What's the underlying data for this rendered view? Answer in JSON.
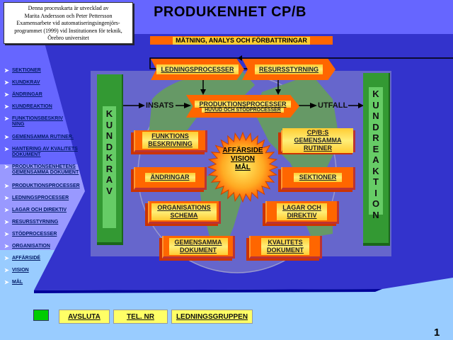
{
  "title": "PRODUKENHET CP/B",
  "credit": {
    "lines": [
      "Denna processkarta är utvecklad av",
      "Marita Andersson och Peter Pettersson",
      "Examensarbete vid automatiseringsingenjörs-",
      "programmet (1999) vid Institutionen för teknik,",
      "Örebro universitet"
    ]
  },
  "sidebar": {
    "items": [
      {
        "label": "SEKTIONER"
      },
      {
        "label": "KUNDKRAV"
      },
      {
        "label": "ÄNDRINGAR"
      },
      {
        "label": "KUNDREAKTION"
      },
      {
        "label": "FUNKTIONSBESKRIV NING"
      },
      {
        "label": "GEMENSAMMA RUTINER."
      },
      {
        "label": "HANTERING AV KVALITETS DOKUMENT"
      },
      {
        "label": "PRODUKTIONSENHETENS GEMENSAMMA DOKUMENT"
      },
      {
        "label": "PRODUKTIONSPROCESSER"
      },
      {
        "label": "LEDNINGSPROCESSER"
      },
      {
        "label": "LAGAR OCH DIREKTIV"
      },
      {
        "label": "RESURSSTYRNING"
      },
      {
        "label": "STÖDPROCESSER"
      },
      {
        "label": "ORGANISATION"
      },
      {
        "label": "AFFÄRSIDÉ"
      },
      {
        "label": "VISION"
      },
      {
        "label": "MÅL"
      }
    ]
  },
  "diagram": {
    "top_bar": "MÄTNING, ANALYS OCH FÖRBATTRINGAR",
    "ledning": "LEDNINGSPROCESSER",
    "resurs": "RESURSSTYRNING",
    "produktion": "PRODUKTIONSPROCESSER",
    "produktion_sub": "HUVUD OCH STÖDPROCESSER",
    "insats": "INSATS",
    "utfall": "UTFALL",
    "kundkrav": [
      "K",
      "U",
      "N",
      "D",
      "K",
      "R",
      "A",
      "V"
    ],
    "kundreaktion": [
      "K",
      "U",
      "N",
      "D",
      "R",
      "E",
      "A",
      "K",
      "T",
      "I",
      "O",
      "N"
    ],
    "star": [
      "AFFÄRSIDE",
      "VISION",
      "MÅL"
    ],
    "boxes": [
      {
        "l1": "FUNKTIONS",
        "l2": "BESKRIVNING"
      },
      {
        "l1": "CP/B:S GEMENSAMMA",
        "l2": "RUTINER"
      },
      {
        "l1": "ÄNDRINGAR",
        "l2": ""
      },
      {
        "l1": "SEKTIONER",
        "l2": ""
      },
      {
        "l1": "ORGANISATIONS",
        "l2": "SCHEMA"
      },
      {
        "l1": "LAGAR OCH",
        "l2": "DIREKTIV"
      },
      {
        "l1": "GEMENSAMMA",
        "l2": "DOKUMENT"
      },
      {
        "l1": "KVALITETS",
        "l2": "DOKUMENT"
      }
    ]
  },
  "buttons": {
    "avsluta": "AVSLUTA",
    "tel": "TEL. NR",
    "ledning": "LEDNINGSGRUPPEN"
  },
  "page_number": "1",
  "colors": {
    "orange": "#ff6600",
    "green": "#339933",
    "yellow": "#ffff66",
    "bg_top": "#6666ff"
  }
}
